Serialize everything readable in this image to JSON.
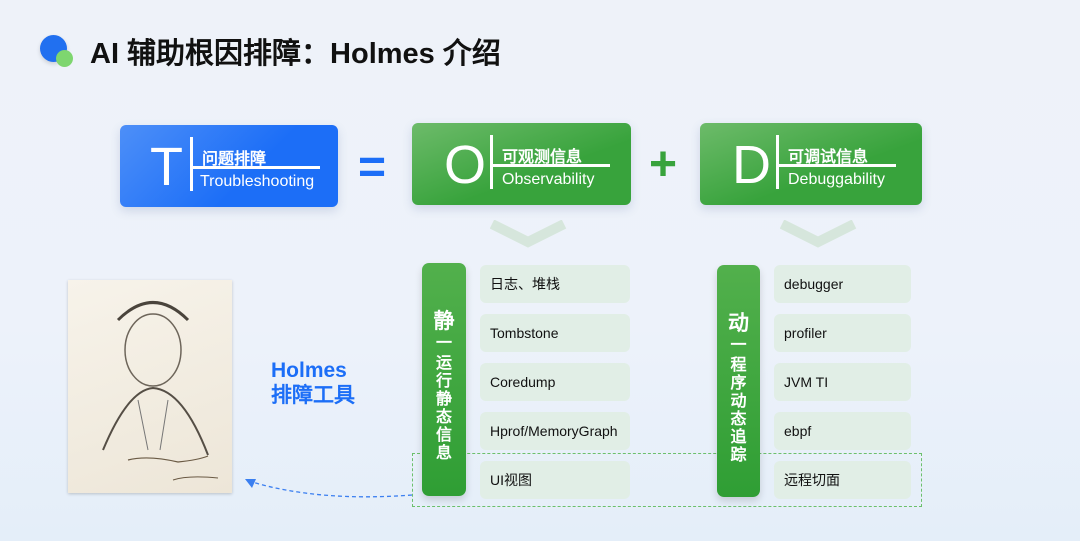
{
  "title": "AI 辅助根因排障：Holmes 介绍",
  "formula": {
    "t": {
      "letter": "T",
      "cn": "问题排障",
      "en": "Troubleshooting"
    },
    "equals": "=",
    "o": {
      "letter": "O",
      "cn": "可观测信息",
      "en": "Observability"
    },
    "plus": "+",
    "d": {
      "letter": "D",
      "cn": "可调试信息",
      "en": "Debuggability"
    }
  },
  "static": {
    "head": "静",
    "dash": "一",
    "label": [
      "运",
      "行",
      "静",
      "态",
      "信",
      "息"
    ],
    "items": [
      "日志、堆栈",
      "Tombstone",
      "Coredump",
      "Hprof/MemoryGraph",
      "UI视图"
    ]
  },
  "dynamic": {
    "head": "动",
    "dash": "一",
    "label": [
      "程",
      "序",
      "动",
      "态",
      "追",
      "踪"
    ],
    "items": [
      "debugger",
      "profiler",
      "JVM TI",
      "ebpf",
      "远程切面"
    ]
  },
  "holmes": {
    "line1": "Holmes",
    "line2": "排障工具"
  },
  "colors": {
    "blue": "#1c6ef7",
    "green": "#38a33c"
  }
}
